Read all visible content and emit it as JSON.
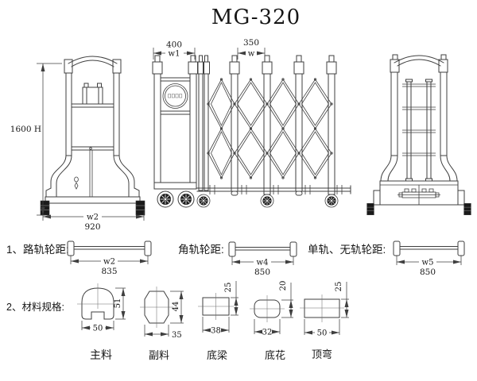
{
  "title": "MG-320",
  "palette": {
    "background": "#ffffff",
    "line": "#3f3f3f",
    "text": "#161616"
  },
  "views": {
    "front": {
      "height_label": "1600 H",
      "width_var": "w2",
      "width_value": "920"
    },
    "extended": {
      "unit_width_value": "400",
      "unit_width_var": "w1",
      "panel_width_value": "350",
      "panel_width_var": "w",
      "emblem_icon": "brand-emblem-icon"
    }
  },
  "wheelbase": {
    "items": [
      {
        "label": "1、路轨轮距:",
        "var": "w2",
        "value": "835"
      },
      {
        "label": "角轨轮距:",
        "var": "w4",
        "value": "850"
      },
      {
        "label": "单轨、无轨轮距:",
        "var": "w5",
        "value": "850"
      }
    ]
  },
  "materials": {
    "label": "2、材料规格:",
    "items": [
      {
        "name": "主料",
        "width": "50",
        "height": "51"
      },
      {
        "name": "副料",
        "width": "35",
        "height": "44"
      },
      {
        "name": "底梁",
        "width": "38",
        "height": "25"
      },
      {
        "name": "底花",
        "width": "32",
        "height": "20"
      },
      {
        "name": "顶弯",
        "width": "50",
        "height": "25"
      }
    ]
  }
}
